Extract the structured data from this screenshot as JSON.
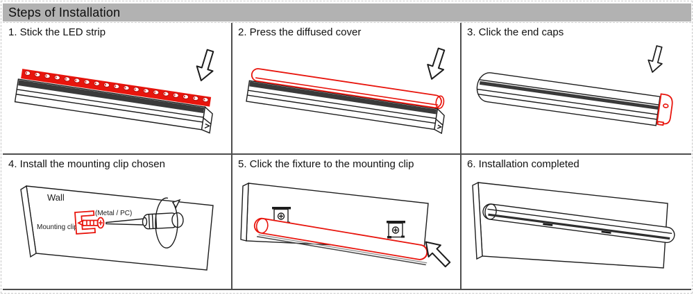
{
  "header": {
    "title": "Steps of Installation"
  },
  "colors": {
    "header_bg": "#b2b2b2",
    "accent_red": "#e8150d",
    "line": "#1c1c1c",
    "divider": "#4d4d4d"
  },
  "panels": [
    {
      "number": "1",
      "title": "1. Stick the LED strip"
    },
    {
      "number": "2",
      "title": "2. Press the diffused cover"
    },
    {
      "number": "3",
      "title": "3. Click the end caps"
    },
    {
      "number": "4",
      "title": "4. Install the mounting clip chosen",
      "labels": {
        "wall": "Wall",
        "clip": "Mounting clip",
        "material": "(Metal / PC)"
      }
    },
    {
      "number": "5",
      "title": "5. Click the fixture to the mounting clip"
    },
    {
      "number": "6",
      "title": "6. Installation completed"
    }
  ]
}
